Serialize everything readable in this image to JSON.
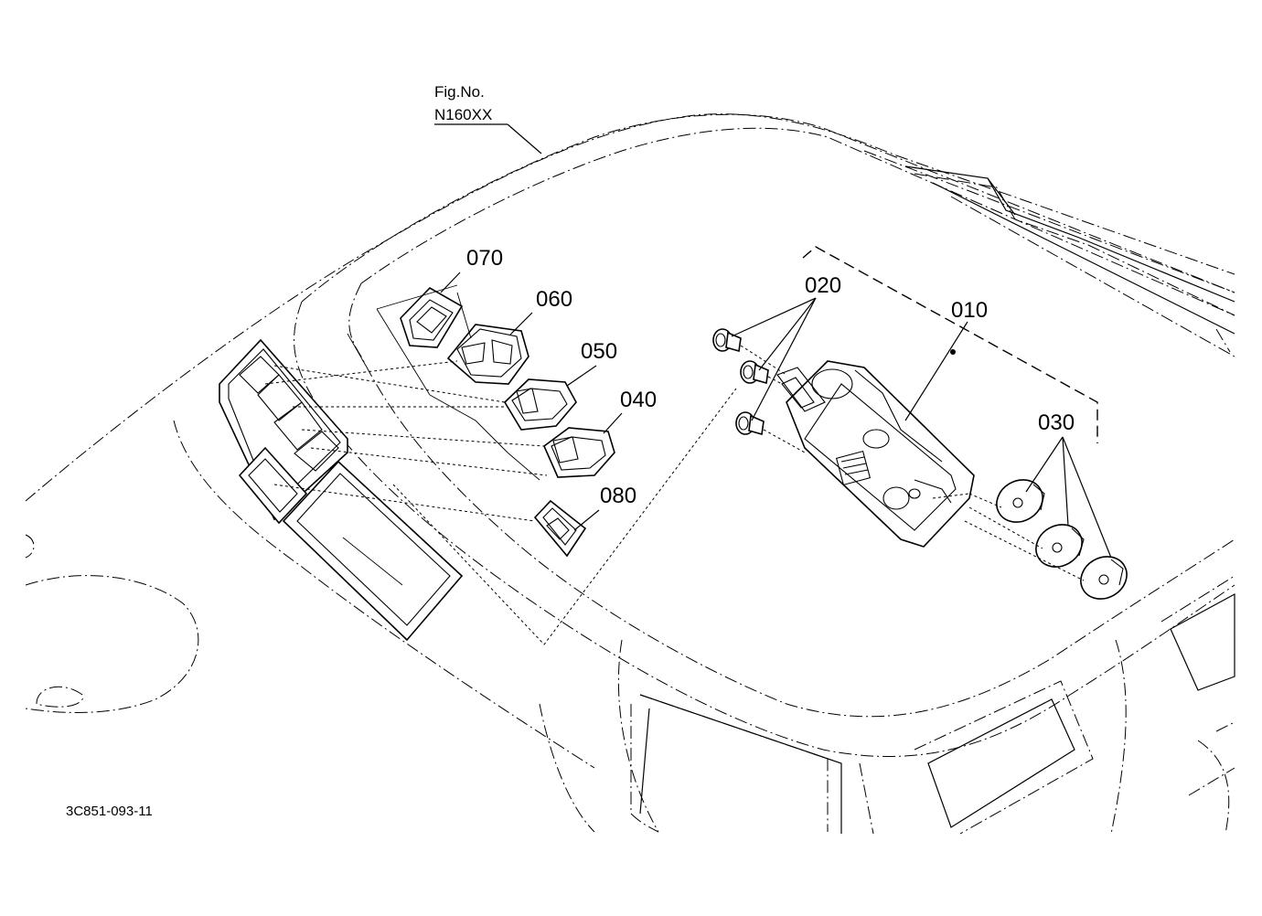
{
  "figure": {
    "caption_label": "Fig.No.",
    "figure_number": "N160XX",
    "drawing_code": "3C851-093-11"
  },
  "callouts": [
    {
      "id": "010",
      "text": "010"
    },
    {
      "id": "020",
      "text": "020"
    },
    {
      "id": "030",
      "text": "030"
    },
    {
      "id": "040",
      "text": "040"
    },
    {
      "id": "050",
      "text": "050"
    },
    {
      "id": "060",
      "text": "060"
    },
    {
      "id": "070",
      "text": "070"
    },
    {
      "id": "080",
      "text": "080"
    }
  ]
}
